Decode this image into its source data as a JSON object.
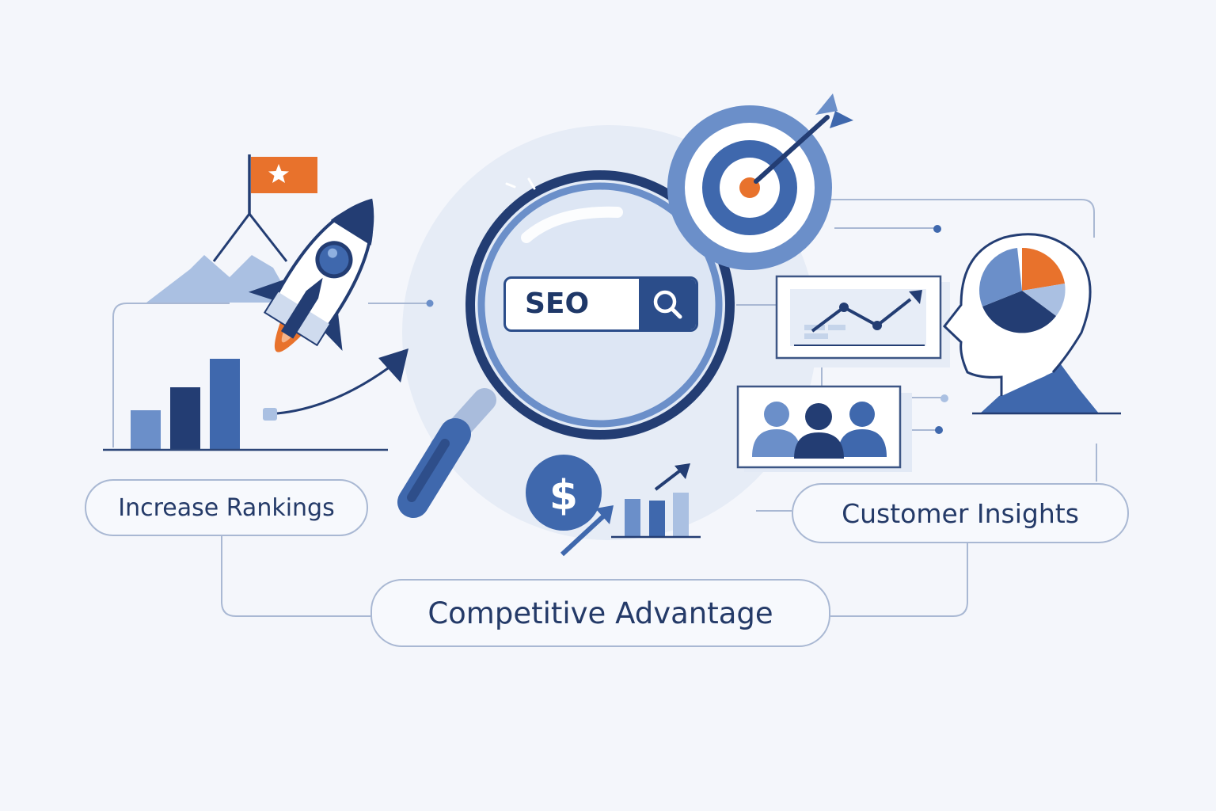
{
  "search": {
    "query": "SEO"
  },
  "labels": {
    "increase_rankings": "Increase Rankings",
    "customer_insights": "Customer Insights",
    "competitive_advantage": "Competitive Advantage"
  },
  "icons": {
    "magnifier": "magnifying-glass-icon",
    "rocket": "rocket-icon",
    "flag": "flag-icon",
    "target": "target-icon",
    "head": "head-pie-chart-icon",
    "people": "people-icon",
    "dollar": "dollar-icon",
    "growth": "growth-chart-icon"
  },
  "colors": {
    "navy": "#233d73",
    "blue": "#3f68ad",
    "mid_blue": "#6b8fc9",
    "light_blue": "#aac0e2",
    "orange": "#e8722c",
    "line": "#a9b8d3",
    "background": "#f4f6fb"
  }
}
